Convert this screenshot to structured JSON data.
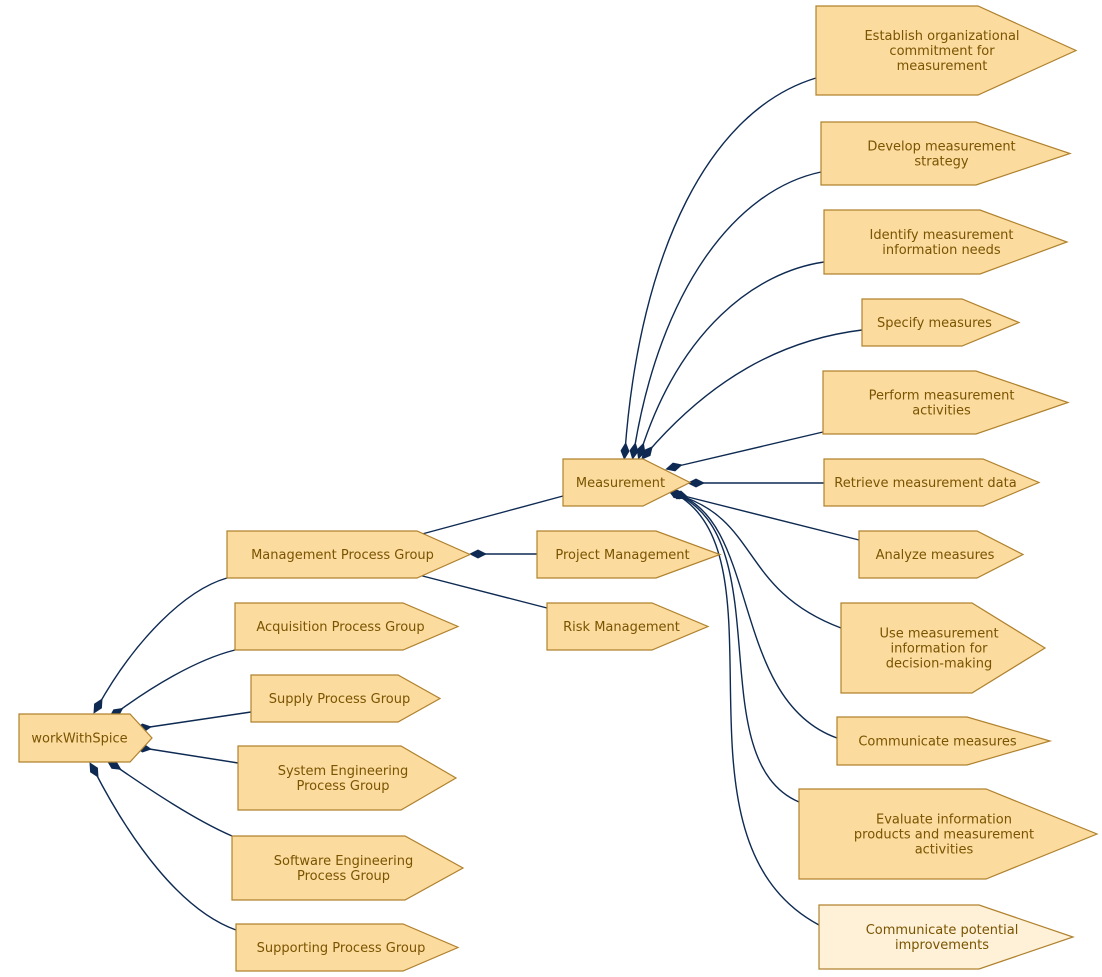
{
  "colors": {
    "node_fill": "#fbdb9e",
    "node_fill_light": "#fef1d8",
    "node_stroke": "#b0822e",
    "edge": "#0e2a52",
    "label": "#7a5400"
  },
  "diagram": {
    "nodes": [
      {
        "id": "workWithSpice",
        "lines": [
          "workWithSpice"
        ]
      },
      {
        "id": "management",
        "lines": [
          "Management Process Group"
        ]
      },
      {
        "id": "acquisition",
        "lines": [
          "Acquisition Process Group"
        ]
      },
      {
        "id": "supply",
        "lines": [
          "Supply Process Group"
        ]
      },
      {
        "id": "system",
        "lines": [
          "System Engineering",
          "Process Group"
        ]
      },
      {
        "id": "software",
        "lines": [
          "Software Engineering",
          "Process Group"
        ]
      },
      {
        "id": "supporting",
        "lines": [
          "Supporting Process Group"
        ]
      },
      {
        "id": "measurement",
        "lines": [
          "Measurement"
        ]
      },
      {
        "id": "project",
        "lines": [
          "Project Management"
        ]
      },
      {
        "id": "risk",
        "lines": [
          "Risk Management"
        ]
      },
      {
        "id": "establish",
        "lines": [
          "Establish organizational",
          "commitment for",
          "measurement"
        ]
      },
      {
        "id": "develop",
        "lines": [
          "Develop measurement",
          "strategy"
        ]
      },
      {
        "id": "identify",
        "lines": [
          "Identify measurement",
          "information needs"
        ]
      },
      {
        "id": "specify",
        "lines": [
          "Specify measures"
        ]
      },
      {
        "id": "perform",
        "lines": [
          "Perform measurement",
          "activities"
        ]
      },
      {
        "id": "retrieve",
        "lines": [
          "Retrieve measurement data"
        ]
      },
      {
        "id": "analyze",
        "lines": [
          "Analyze measures"
        ]
      },
      {
        "id": "use",
        "lines": [
          "Use measurement",
          "information for",
          "decision-making"
        ]
      },
      {
        "id": "communicate",
        "lines": [
          "Communicate measures"
        ]
      },
      {
        "id": "evaluate",
        "lines": [
          "Evaluate information",
          "products and measurement",
          "activities"
        ]
      },
      {
        "id": "potential",
        "lines": [
          "Communicate potential",
          "improvements"
        ],
        "highlight": true
      }
    ],
    "edges": [
      {
        "from": "workWithSpice",
        "to": "management"
      },
      {
        "from": "workWithSpice",
        "to": "acquisition"
      },
      {
        "from": "workWithSpice",
        "to": "supply"
      },
      {
        "from": "workWithSpice",
        "to": "system"
      },
      {
        "from": "workWithSpice",
        "to": "software"
      },
      {
        "from": "workWithSpice",
        "to": "supporting"
      },
      {
        "from": "management",
        "to": "measurement"
      },
      {
        "from": "management",
        "to": "project"
      },
      {
        "from": "management",
        "to": "risk"
      },
      {
        "from": "measurement",
        "to": "establish"
      },
      {
        "from": "measurement",
        "to": "develop"
      },
      {
        "from": "measurement",
        "to": "identify"
      },
      {
        "from": "measurement",
        "to": "specify"
      },
      {
        "from": "measurement",
        "to": "perform"
      },
      {
        "from": "measurement",
        "to": "retrieve"
      },
      {
        "from": "measurement",
        "to": "analyze"
      },
      {
        "from": "measurement",
        "to": "use"
      },
      {
        "from": "measurement",
        "to": "communicate"
      },
      {
        "from": "measurement",
        "to": "evaluate"
      },
      {
        "from": "measurement",
        "to": "potential"
      }
    ]
  }
}
